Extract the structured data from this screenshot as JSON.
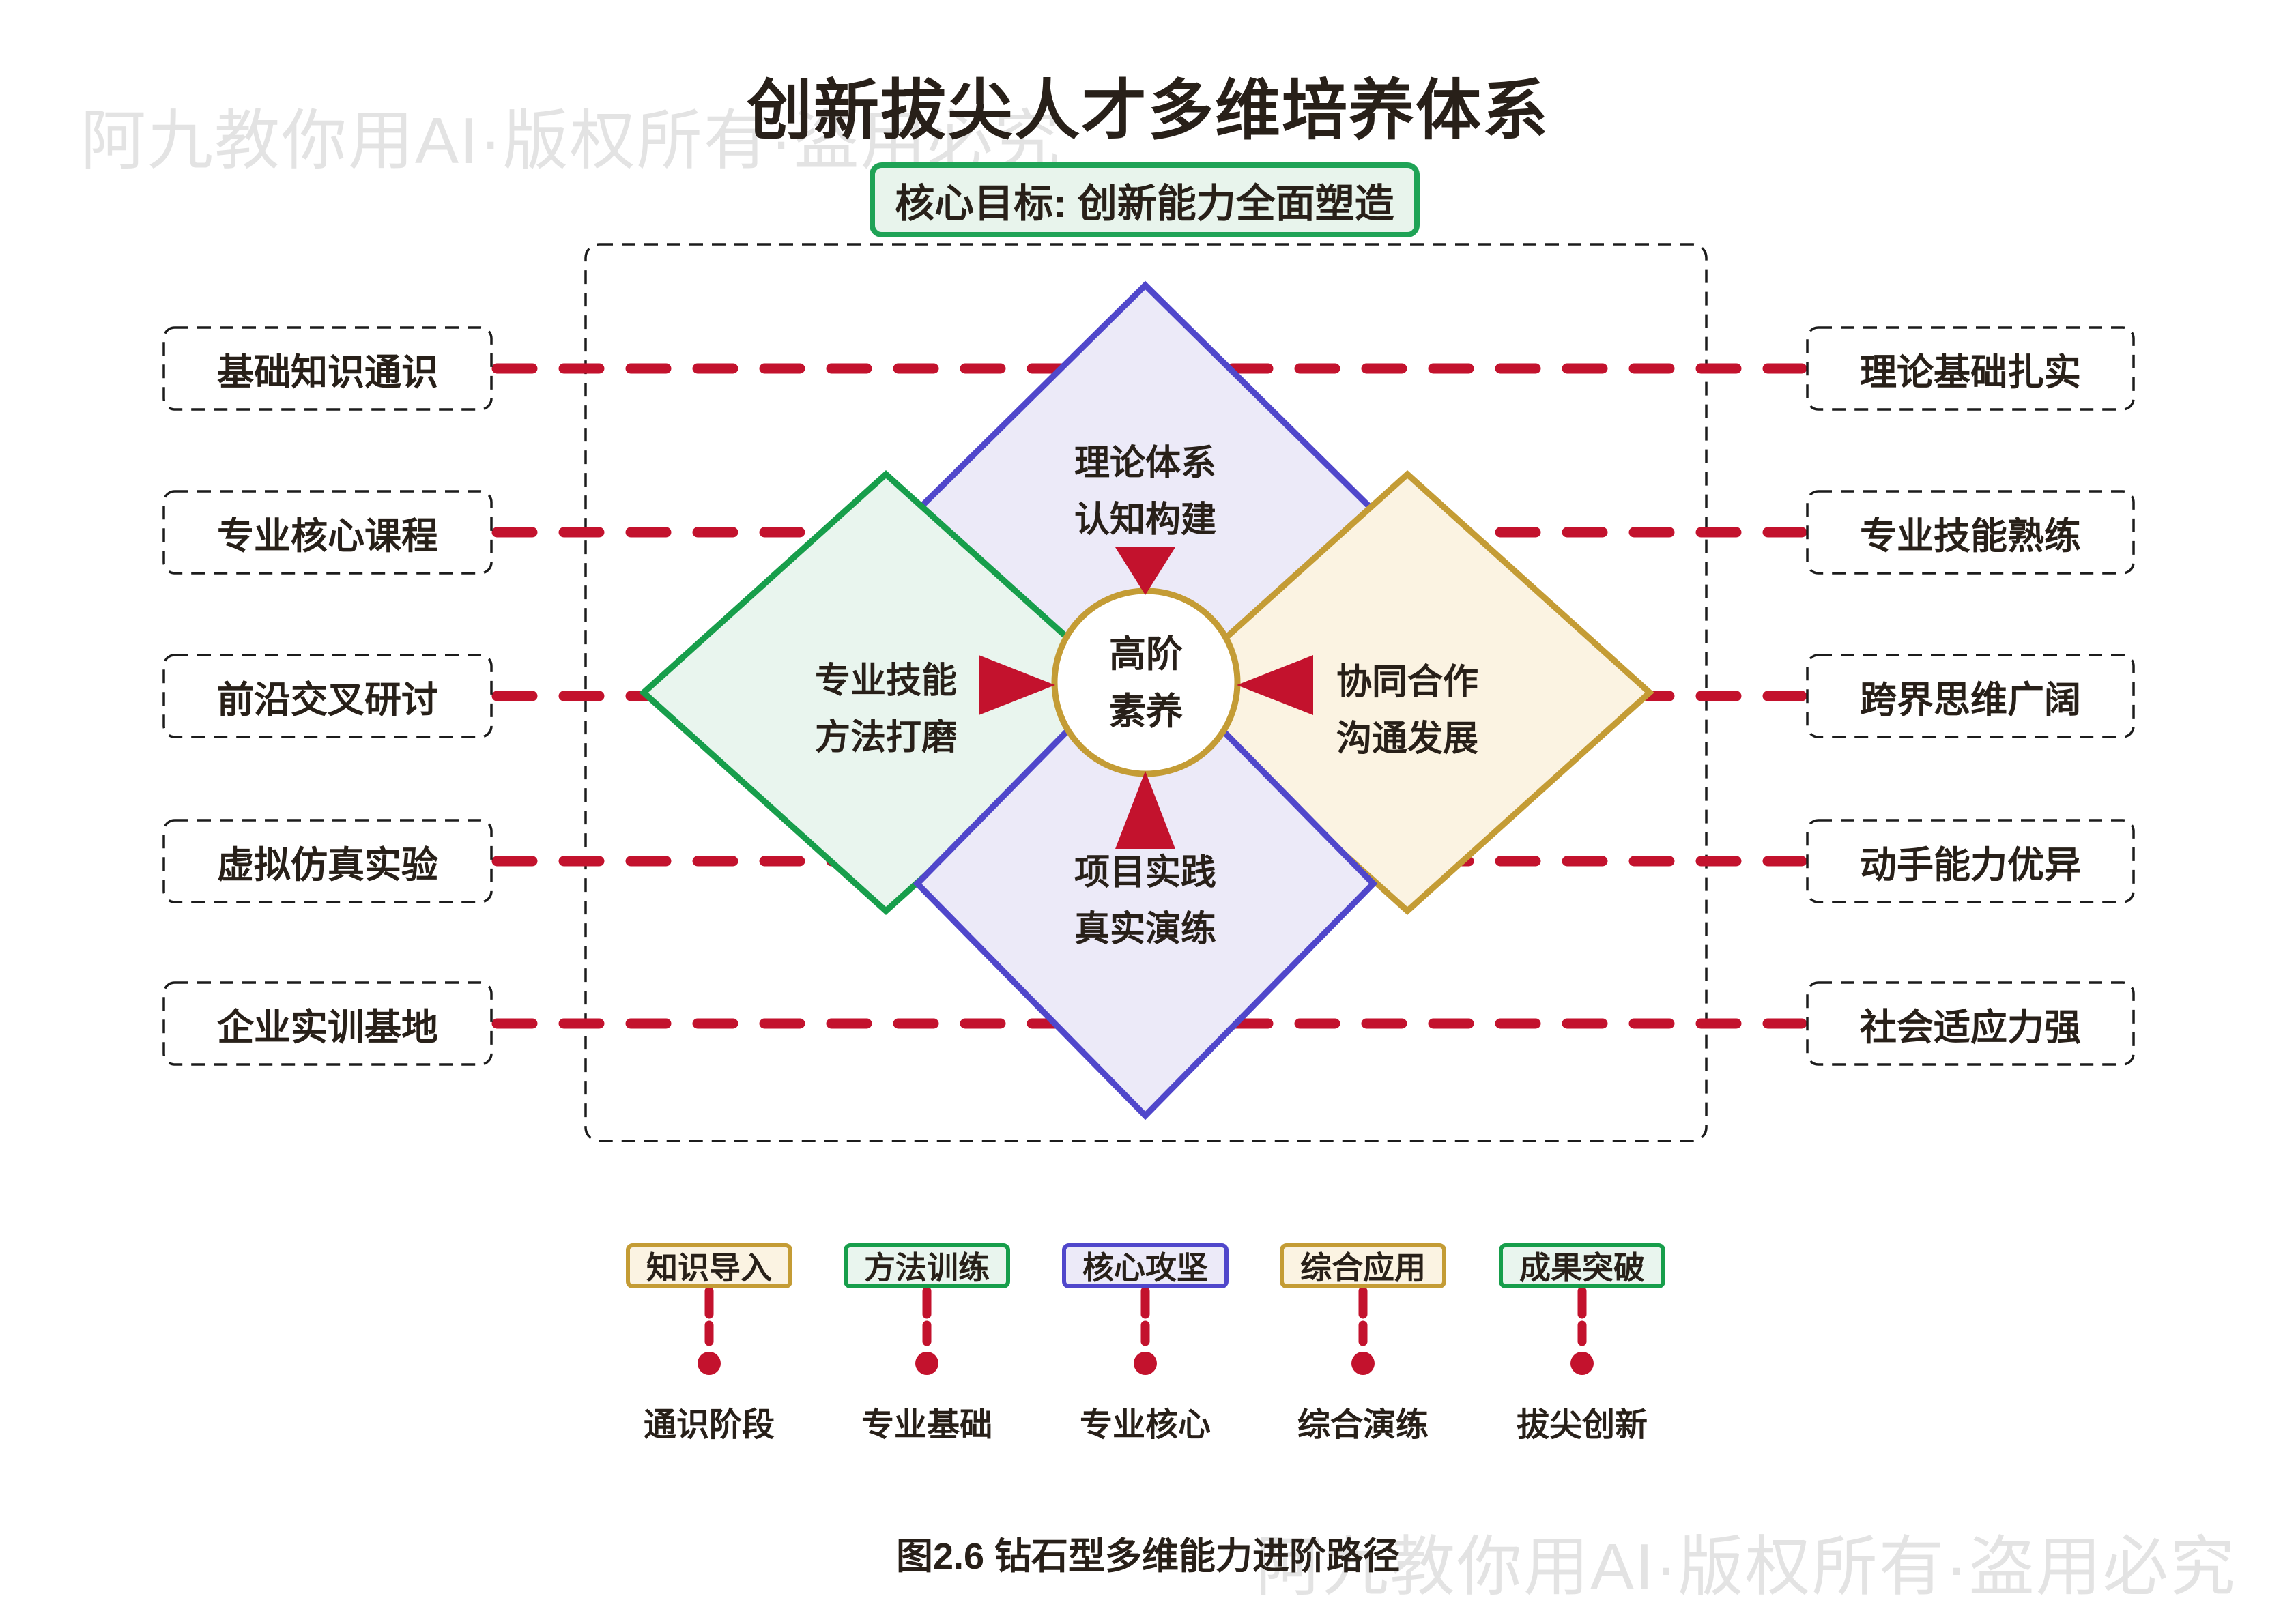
{
  "colors": {
    "red": "#c3122d",
    "gold": "#c49c35",
    "green": "#179e4b",
    "violet": "#5047cb",
    "lavender": "#eceaf8",
    "lgreen": "#e9f5ee",
    "cream": "#fbf3e2",
    "goal-border": "#1fa356",
    "goal-fill": "#e8f4ec",
    "ink": "#282019",
    "dash": "#1c1c1c",
    "watermark": "#e3e3e3"
  },
  "watermark": {
    "text": "阿九教你用AI·版权所有·盗用必究"
  },
  "header": {
    "title": "创新拔尖人才多维培养体系",
    "goal": "核心目标: 创新能力全面塑造"
  },
  "diagram": {
    "diamonds": [
      {
        "id": "top",
        "label": "理论体系\n认知构建"
      },
      {
        "id": "left",
        "label": "专业技能\n方法打磨"
      },
      {
        "id": "right",
        "label": "协同合作\n沟通发展"
      },
      {
        "id": "bottom",
        "label": "项目实践\n真实演练"
      }
    ],
    "center": {
      "label": "高阶\n素养"
    },
    "left_items": [
      "基础知识通识",
      "专业核心课程",
      "前沿交叉研讨",
      "虚拟仿真实验",
      "企业实训基地"
    ],
    "right_items": [
      "理论基础扎实",
      "专业技能熟练",
      "跨界思维广阔",
      "动手能力优异",
      "社会适应力强"
    ]
  },
  "stages": {
    "boxes": [
      {
        "label": "知识导入",
        "theme": "gold"
      },
      {
        "label": "方法训练",
        "theme": "green"
      },
      {
        "label": "核心攻坚",
        "theme": "violet"
      },
      {
        "label": "综合应用",
        "theme": "gold"
      },
      {
        "label": "成果突破",
        "theme": "green"
      }
    ],
    "phases": [
      "通识阶段",
      "专业基础",
      "专业核心",
      "综合演练",
      "拔尖创新"
    ]
  },
  "caption": "图2.6 钻石型多维能力进阶路径"
}
